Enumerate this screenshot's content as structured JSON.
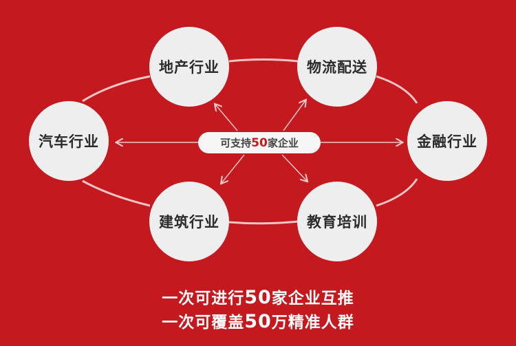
{
  "diagram": {
    "center": {
      "prefix": "可支持",
      "number": "50",
      "suffix": "家企业"
    },
    "nodes": [
      {
        "id": "real-estate",
        "label": "地产行业"
      },
      {
        "id": "logistics",
        "label": "物流配送"
      },
      {
        "id": "automotive",
        "label": "汽车行业"
      },
      {
        "id": "finance",
        "label": "金融行业"
      },
      {
        "id": "construction",
        "label": "建筑行业"
      },
      {
        "id": "education",
        "label": "教育培训"
      }
    ]
  },
  "taglines": [
    {
      "prefix": "一次可进行",
      "number": "50",
      "suffix": "家企业互推"
    },
    {
      "prefix": "一次可覆盖",
      "number": "50",
      "suffix": "万精准人群"
    }
  ],
  "colors": {
    "background": "#c3191f",
    "node": "#efeeee",
    "line": "#f3c6c6",
    "text": "#2b2b2b"
  }
}
